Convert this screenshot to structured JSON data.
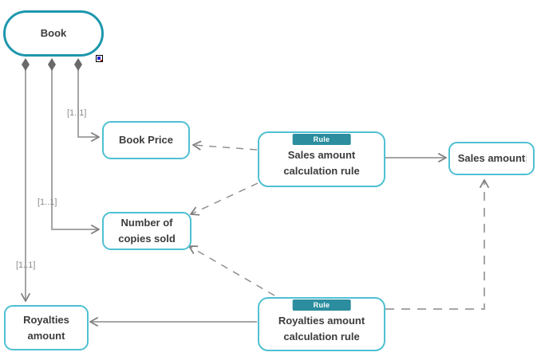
{
  "nodes": {
    "book": {
      "label": "Book"
    },
    "book_price": {
      "label": "Book Price"
    },
    "number_of_copies_sold": {
      "line1": "Number of",
      "line2": "copies sold"
    },
    "royalties_amount": {
      "line1": "Royalties",
      "line2": "amount"
    },
    "sales_amount": {
      "label": "Sales amount"
    },
    "sales_rule": {
      "badge": "Rule",
      "line1": "Sales amount",
      "line2": "calculation rule"
    },
    "royalties_rule": {
      "badge": "Rule",
      "line1": "Royalties amount",
      "line2": "calculation rule"
    }
  },
  "edges": {
    "multiplicity_book_price": "[1..1]",
    "multiplicity_copies_sold": "[1..1]",
    "multiplicity_royalties": "[1..1]"
  },
  "icons": {
    "model_marker": "model-marker-icon"
  },
  "colors": {
    "entity_border": "#1e97ad",
    "box_border": "#4fc0d2",
    "badge_fill": "#2b8d9e",
    "badge_text": "#ffffff",
    "line_gray": "#9a9a9a",
    "dash_gray": "#8f8f8f",
    "diamond_gray": "#6a6a6a",
    "label_gray": "#8c8c8c",
    "text_dark": "#3c3c3c"
  }
}
